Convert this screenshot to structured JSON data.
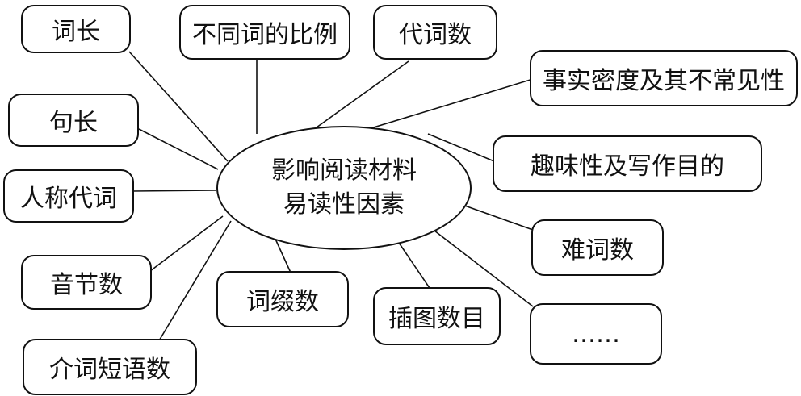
{
  "center": {
    "line1": "影响阅读材料",
    "line2": "易读性因素"
  },
  "nodes": {
    "word_length": "词长",
    "different_word_ratio": "不同词的比例",
    "pronoun_count": "代词数",
    "fact_density": "事实密度及其不常见性",
    "sentence_length": "句长",
    "interest_purpose": "趣味性及写作目的",
    "personal_pronoun": "人称代词",
    "difficult_word_count": "难词数",
    "syllable_count": "音节数",
    "affix_count": "词缀数",
    "illustration_count": "插图数目",
    "ellipsis": "……",
    "prep_phrase_count": "介词短语数"
  }
}
